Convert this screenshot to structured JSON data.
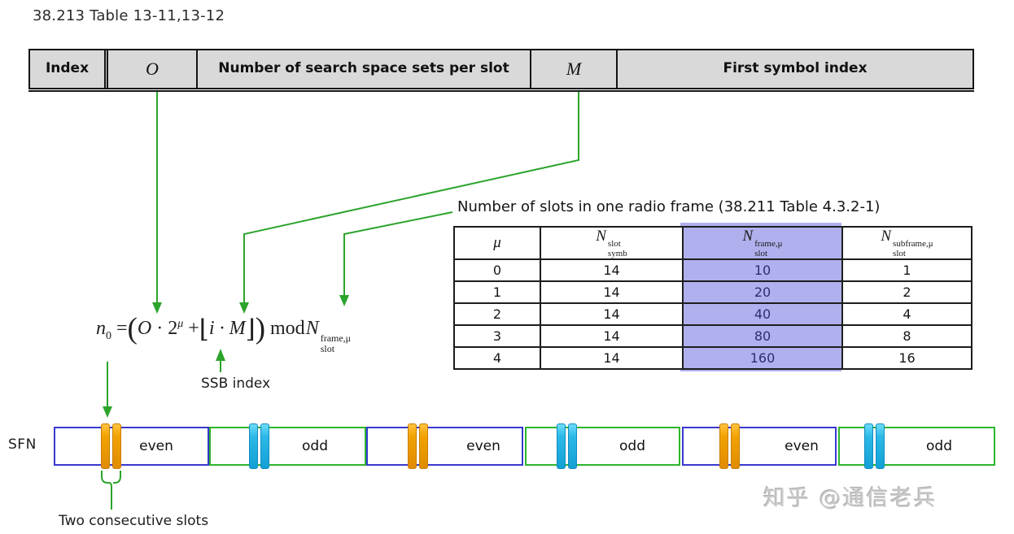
{
  "title": "38.213 Table 13-11,13-12",
  "spec_table": {
    "columns": [
      "Index",
      "O",
      "Number of search space sets per slot",
      "M",
      "First symbol index"
    ]
  },
  "slots_table": {
    "caption": "Number of slots in one radio frame (38.211 Table 4.3.2-1)",
    "col_headers": [
      {
        "base": "μ",
        "sup": "",
        "sub": ""
      },
      {
        "base": "N",
        "sup": "slot",
        "sub": "symb"
      },
      {
        "base": "N",
        "sup": "frame,μ",
        "sub": "slot"
      },
      {
        "base": "N",
        "sup": "subframe,μ",
        "sub": "slot"
      }
    ],
    "rows": [
      [
        "0",
        "14",
        "10",
        "1"
      ],
      [
        "1",
        "14",
        "20",
        "2"
      ],
      [
        "2",
        "14",
        "40",
        "4"
      ],
      [
        "3",
        "14",
        "80",
        "8"
      ],
      [
        "4",
        "14",
        "160",
        "16"
      ]
    ]
  },
  "formula": {
    "lhs_base": "n",
    "lhs_sub": "0",
    "equals": "=",
    "lparen": "(",
    "o_var": "O",
    "times_two": "· 2",
    "mu_sup": "μ",
    "plus": "+",
    "lfloor": "⌊",
    "i_dot_m": "i · M",
    "rfloor": "⌋",
    "rparen": ")",
    "mod": "mod",
    "n_base": "N",
    "n_sup": "frame,μ",
    "n_sub": "slot"
  },
  "labels": {
    "ssb_index": "SSB index",
    "sfn": "SFN",
    "two_consecutive_slots": "Two consecutive slots",
    "watermark": "知乎 @通信老兵"
  },
  "timeline": {
    "frames": [
      {
        "label": "even",
        "slot_color": "orange"
      },
      {
        "label": "odd",
        "slot_color": "cyan"
      },
      {
        "label": "even",
        "slot_color": "orange"
      },
      {
        "label": "odd",
        "slot_color": "cyan"
      },
      {
        "label": "even",
        "slot_color": "orange"
      },
      {
        "label": "odd",
        "slot_color": "cyan"
      }
    ]
  },
  "colors": {
    "annotation_green": "#2ca42c",
    "even_frame_border": "#3838cf",
    "odd_frame_border": "#2db52d",
    "orange_slot": "#f1a200",
    "cyan_slot": "#2cb9e8",
    "column_highlight": "#b0b0ee",
    "header_bg": "#d9d9d9"
  }
}
